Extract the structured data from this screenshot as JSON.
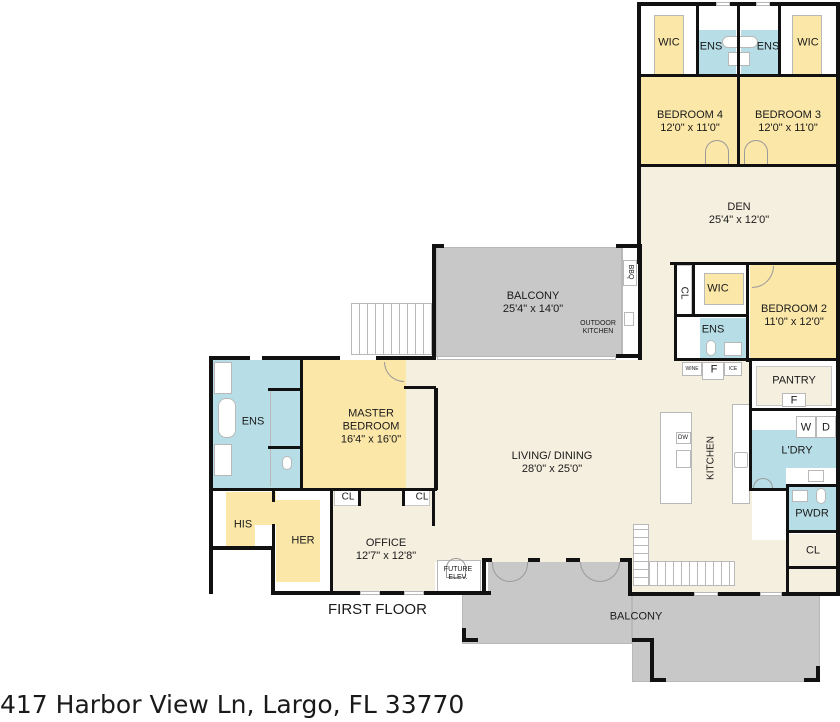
{
  "colors": {
    "bedroom": "#fbe7a8",
    "wet": "#b7dde6",
    "living": "#f5efdf",
    "balcony": "#c8c8c8",
    "wall": "#111111",
    "fixture": "#ffffff"
  },
  "floor_title": "FIRST FLOOR",
  "address": "417 Harbor View Ln, Largo, FL 33770",
  "rooms": {
    "wic_bed4": {
      "name": "WIC"
    },
    "ens_bed4": {
      "name": "ENS"
    },
    "ens_bed3": {
      "name": "ENS"
    },
    "wic_bed3": {
      "name": "WIC"
    },
    "bedroom4": {
      "name": "BEDROOM 4",
      "dim": "12'0\" x 11'0\""
    },
    "bedroom3": {
      "name": "BEDROOM 3",
      "dim": "12'0\" x 11'0\""
    },
    "den": {
      "name": "DEN",
      "dim": "25'4\" x 12'0\""
    },
    "balcony_upper": {
      "name": "BALCONY",
      "dim": "25'4\" x 14'0\""
    },
    "bbq": {
      "name": "BBQ"
    },
    "outdoor_kitchen": {
      "name": "OUTDOOR\nKITCHEN",
      "line1": "OUTDOOR",
      "line2": "KITCHEN"
    },
    "cl_bed2": {
      "name": "CL"
    },
    "wic_bed2": {
      "name": "WIC"
    },
    "bedroom2": {
      "name": "BEDROOM 2",
      "dim": "11'0\" x 12'0\""
    },
    "ens_bed2": {
      "name": "ENS"
    },
    "wine": {
      "name": "WINE"
    },
    "fridge_kitchen": {
      "name": "F"
    },
    "ice": {
      "name": "ICE"
    },
    "pantry": {
      "name": "PANTRY"
    },
    "fridge_pantry": {
      "name": "F"
    },
    "ens_master": {
      "name": "ENS"
    },
    "master_bedroom": {
      "name": "MASTER",
      "name2": "BEDROOM",
      "dim": "16'4\" x 16'0\""
    },
    "living_dining": {
      "name": "LIVING/ DINING",
      "dim": "28'0\" x 25'0\""
    },
    "dw": {
      "name": "DW"
    },
    "kitchen": {
      "name": "KITCHEN"
    },
    "washer": {
      "name": "W"
    },
    "dryer": {
      "name": "D"
    },
    "laundry": {
      "name": "L'DRY"
    },
    "pwdr": {
      "name": "PWDR"
    },
    "cl_hall": {
      "name": "CL"
    },
    "his": {
      "name": "HIS"
    },
    "her": {
      "name": "HER"
    },
    "cl_office_left": {
      "name": "CL"
    },
    "cl_office_right": {
      "name": "CL"
    },
    "office": {
      "name": "OFFICE",
      "dim": "12'7\" x 12'8\""
    },
    "future_elev": {
      "name": "FUTURE",
      "name2": "ELEV."
    },
    "balcony_lower": {
      "name": "BALCONY"
    }
  }
}
